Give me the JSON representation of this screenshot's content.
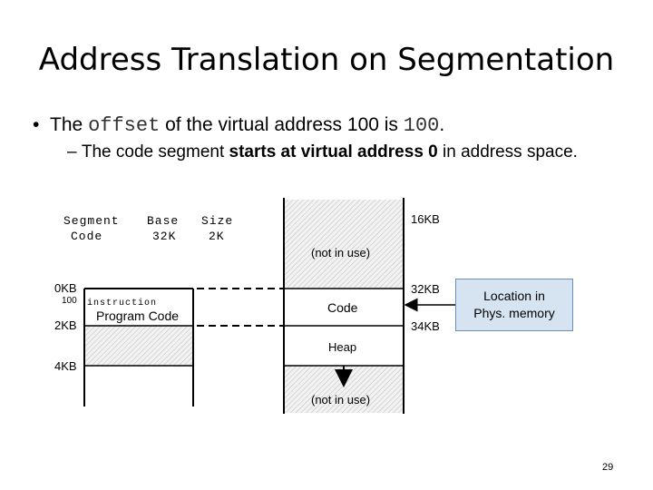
{
  "title": "Address Translation on Segmentation",
  "bullet": {
    "pre": "The ",
    "code1": "offset",
    "mid": " of the virtual address 100 is ",
    "code2": "100",
    "post": "."
  },
  "sub_bullet": {
    "dash": "–",
    "pre": "The code segment ",
    "bold": "starts at virtual address 0",
    "post": " in address space."
  },
  "segment_table": {
    "headers": [
      "Segment",
      "Base",
      "Size"
    ],
    "rows": [
      [
        "Code",
        "32K",
        "2K"
      ]
    ]
  },
  "virtual_space": {
    "label_0": "0KB",
    "label_100": "100",
    "instruction": "instruction",
    "program_code": "Program Code",
    "label_2kb": "2KB",
    "label_4kb": "4KB"
  },
  "physical_memory": {
    "label_16kb": "16KB",
    "not_in_use_top": "(not in use)",
    "label_32kb": "32KB",
    "code": "Code",
    "label_34kb": "34KB",
    "heap": "Heap",
    "not_in_use_bottom": "(not in use)"
  },
  "callout": {
    "line1": "Location in",
    "line2": "Phys. memory",
    "fill_color": "#d6e4f2",
    "border_color": "#6a8fbf"
  },
  "page_number": "29"
}
